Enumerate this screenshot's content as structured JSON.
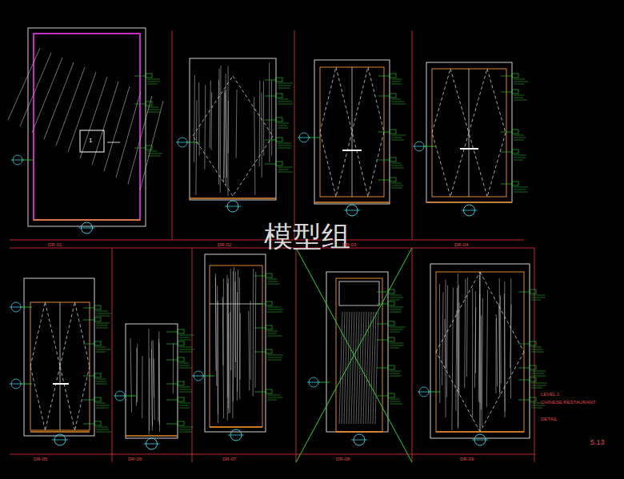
{
  "diagram": {
    "labels": [
      "模型组",
      "DR-01",
      "DR-02",
      "DR-03",
      "DR-04",
      "DR-05",
      "DR-06",
      "DR-07",
      "DR-08",
      "DR-09",
      "1",
      "LEVEL 1",
      "CHINESE RESTAURANT",
      "DETAIL",
      "5.13"
    ]
  }
}
